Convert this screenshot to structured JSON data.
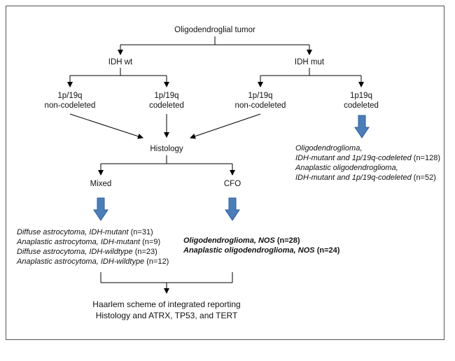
{
  "root": "Oligodendroglial tumor",
  "idh_wt": "IDH wt",
  "idh_mut": "IDH mut",
  "wt_noncodel": [
    "1p/19q",
    "non-codeleted"
  ],
  "wt_codel": [
    "1p/19q",
    "codeleted"
  ],
  "mut_noncodel": [
    "1p/19q",
    "non-codeleted"
  ],
  "mut_codel": [
    "1p19q",
    "codeleted"
  ],
  "histology": "Histology",
  "mixed": "Mixed",
  "cfo": "CFO",
  "mut_codel_dx": [
    {
      "parts": [
        {
          "text": "Oligodendroglioma,",
          "style": "i"
        }
      ]
    },
    {
      "parts": [
        {
          "text": "IDH-mutant and 1p/19q-codeleted",
          "style": "i"
        },
        {
          "text": " (n=128)",
          "style": ""
        }
      ]
    },
    {
      "parts": [
        {
          "text": "Anaplastic oligodendroglioma,",
          "style": "i"
        }
      ]
    },
    {
      "parts": [
        {
          "text": "IDH-mutant and 1p/19q-codeleted",
          "style": "i"
        },
        {
          "text": " (n=52)",
          "style": ""
        }
      ]
    }
  ],
  "mixed_dx": [
    {
      "parts": [
        {
          "text": "Diffuse astrocytoma, IDH-mutant",
          "style": "i"
        },
        {
          "text": " (n=31)",
          "style": ""
        }
      ]
    },
    {
      "parts": [
        {
          "text": "Anaplastic astrocytoma, IDH-mutant",
          "style": "i"
        },
        {
          "text": " (n=9)",
          "style": ""
        }
      ]
    },
    {
      "parts": [
        {
          "text": "Diffuse astrocytoma, IDH-wildtype",
          "style": "i"
        },
        {
          "text": " (n=23)",
          "style": ""
        }
      ]
    },
    {
      "parts": [
        {
          "text": "Anaplastic astrocytoma, IDH-wildtype",
          "style": "i"
        },
        {
          "text": " (n=12)",
          "style": ""
        }
      ]
    }
  ],
  "cfo_dx": [
    {
      "parts": [
        {
          "text": "Oligodendroglioma, NOS",
          "style": "bi"
        },
        {
          "text": " (n=28)",
          "style": "b"
        }
      ]
    },
    {
      "parts": [
        {
          "text": "Anaplastic oligodendroglioma, NOS",
          "style": "bi"
        },
        {
          "text": " (n=24)",
          "style": "b"
        }
      ]
    }
  ],
  "final": [
    "Haarlem scheme of integrated reporting",
    "Histology and ATRX, TP53, and TERT"
  ],
  "colors": {
    "fat_arrow": "#4a7ebb",
    "fat_arrow_edge": "#2f5c93",
    "line": "#000000",
    "frame": "#555555"
  }
}
